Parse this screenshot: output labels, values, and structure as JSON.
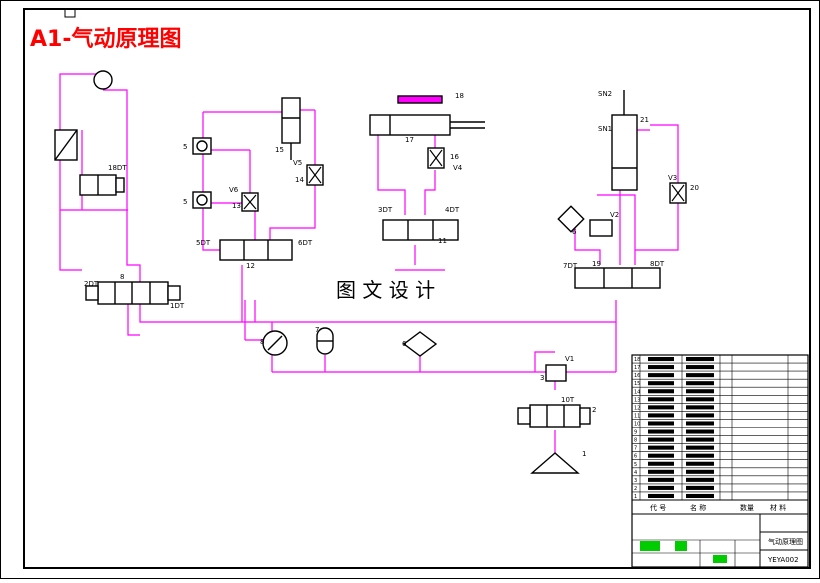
{
  "title": "A1-气动原理图",
  "watermark": "图 文 设 计",
  "colors": {
    "frame": "#000000",
    "title": "#ff0000",
    "pipe": "#ff00ff",
    "component": "#000000",
    "ok_green": "#00cc00"
  },
  "labels": {
    "pump": "1",
    "filter_left": "18DT",
    "valve_left": "8",
    "valve_left_1dt": "1DT",
    "valve_left_2dt": "2DT",
    "check5a": "5",
    "check5b": "5",
    "v6": "V6",
    "c15": "15",
    "v5": "V5",
    "c14": "14",
    "c13": "13",
    "valve12": "12",
    "valve12_l": "5DT",
    "valve12_r": "6DT",
    "c17": "17",
    "c18": "18",
    "v4": "V4",
    "c16": "16",
    "valve11_l": "3DT",
    "valve11_r": "4DT",
    "valve11": "11",
    "sn2": "SN2",
    "sn1": "SN1",
    "c21": "21",
    "v3": "V3",
    "c20": "20",
    "v2": "V2",
    "c6": "6",
    "valve19": "19",
    "valve19_l": "7DT",
    "valve19_r": "8DT",
    "gauge": "8",
    "acc": "7",
    "filter": "6",
    "v1": "V1",
    "c3": "3",
    "bot_valve": "10T",
    "bot_valve_num": "2",
    "source": "1"
  },
  "title_block": {
    "rows": [
      "18",
      "17",
      "16",
      "15",
      "14",
      "13",
      "12",
      "11",
      "10",
      "9",
      "8",
      "7",
      "6",
      "5",
      "4",
      "3",
      "2",
      "1"
    ],
    "header_a": "代 号",
    "header_b": "名 称",
    "header_c": "数量",
    "header_d": "材 料",
    "project": "气动原理图",
    "code": "YEYA002"
  }
}
